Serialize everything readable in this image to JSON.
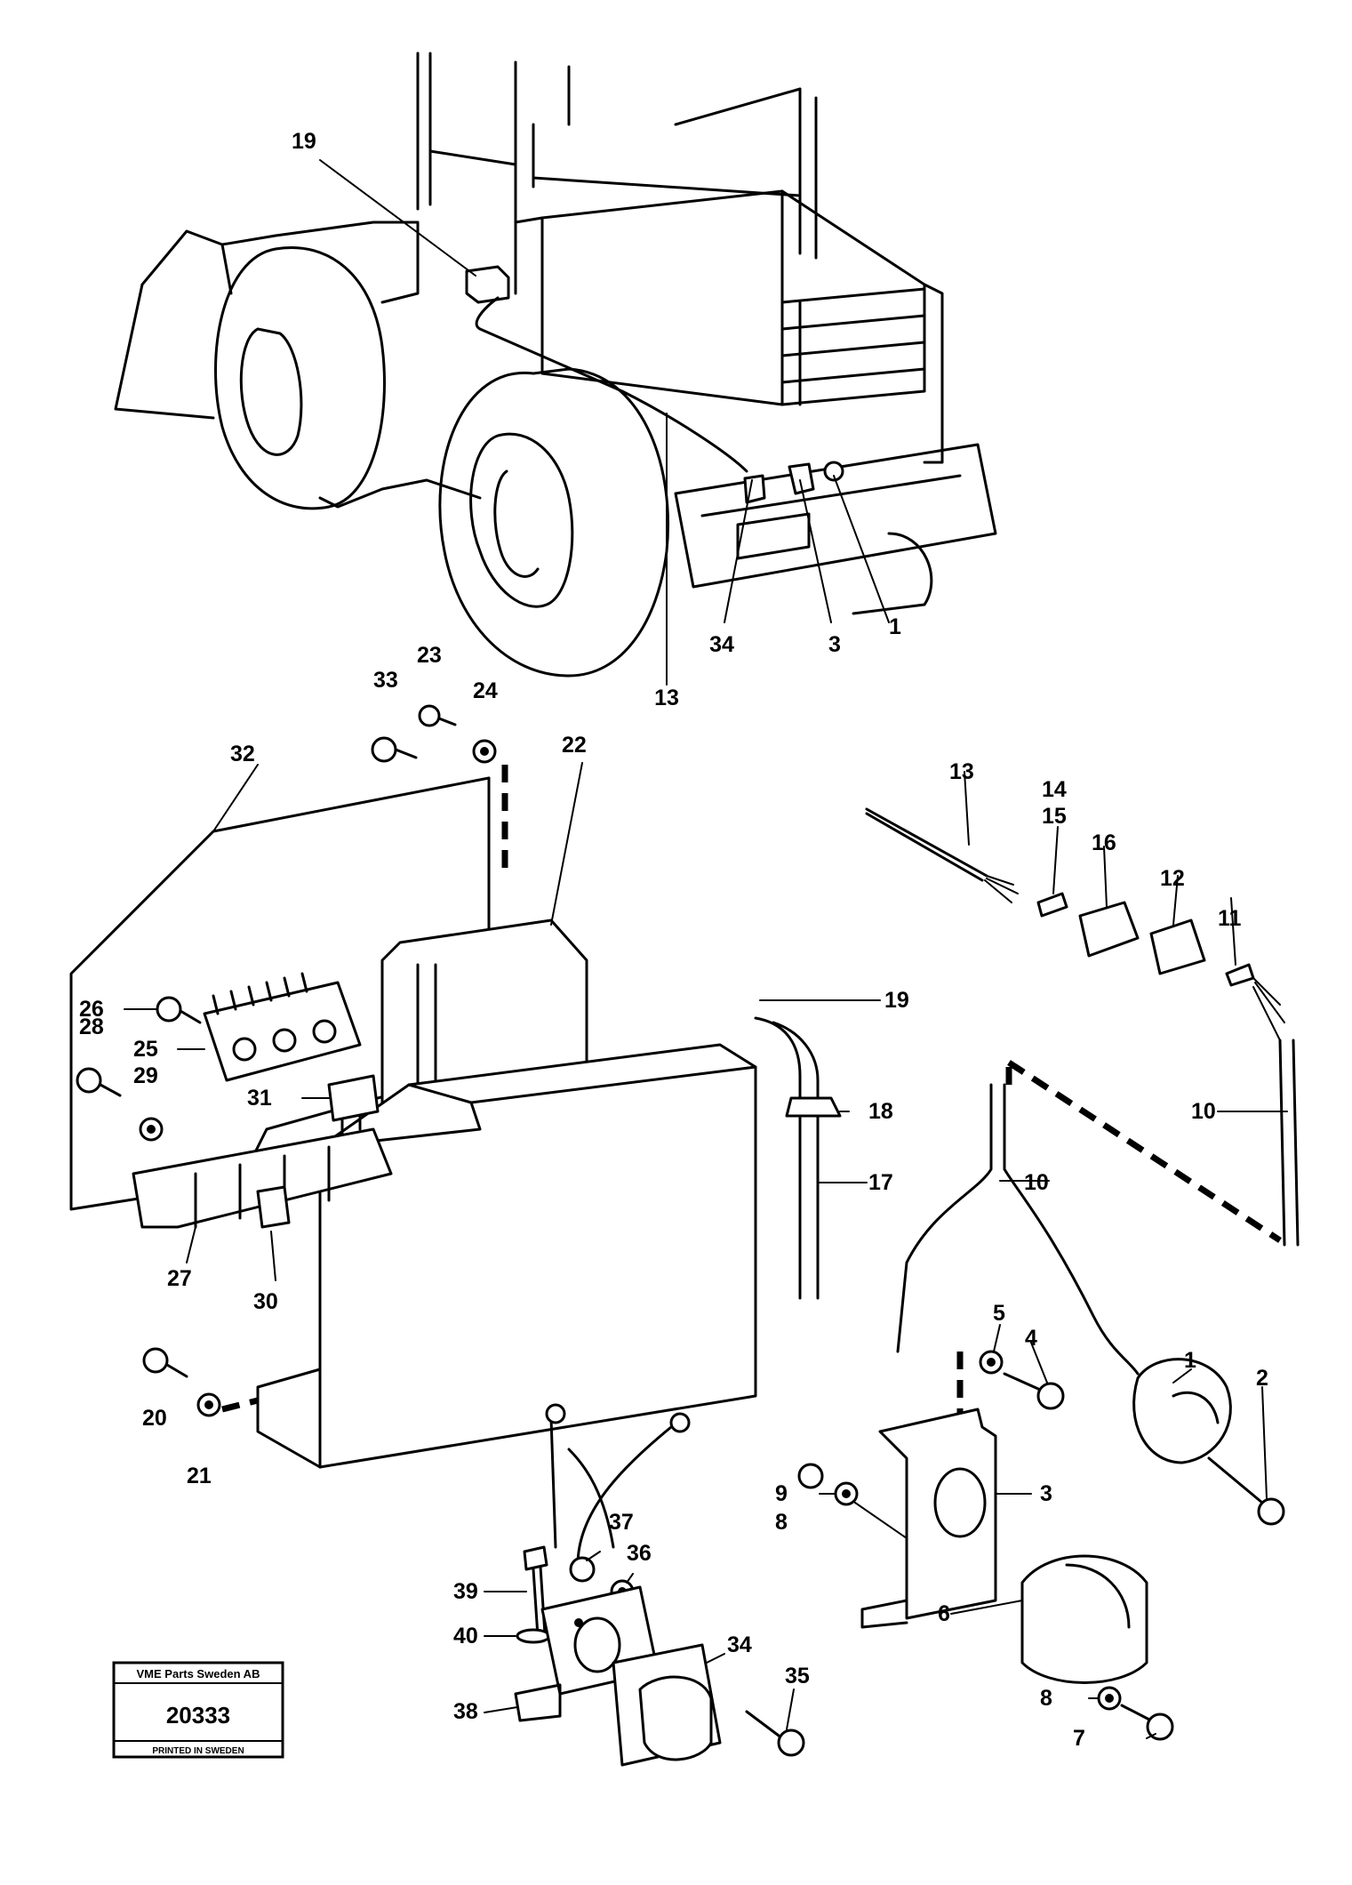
{
  "labels": [
    {
      "text": "19"
    },
    {
      "text": "34"
    },
    {
      "text": "3"
    },
    {
      "text": "1"
    },
    {
      "text": "13"
    },
    {
      "text": "33"
    },
    {
      "text": "23"
    },
    {
      "text": "24"
    },
    {
      "text": "22"
    },
    {
      "text": "32"
    },
    {
      "text": "26"
    },
    {
      "text": "25"
    },
    {
      "text": "31"
    },
    {
      "text": "28"
    },
    {
      "text": "29"
    },
    {
      "text": "27"
    },
    {
      "text": "30"
    },
    {
      "text": "19"
    },
    {
      "text": "18"
    },
    {
      "text": "17"
    },
    {
      "text": "13"
    },
    {
      "text": "14"
    },
    {
      "text": "15"
    },
    {
      "text": "16"
    },
    {
      "text": "12"
    },
    {
      "text": "11"
    },
    {
      "text": "10"
    },
    {
      "text": "10"
    },
    {
      "text": "5"
    },
    {
      "text": "4"
    },
    {
      "text": "1"
    },
    {
      "text": "2"
    },
    {
      "text": "9"
    },
    {
      "text": "8"
    },
    {
      "text": "3"
    },
    {
      "text": "6"
    },
    {
      "text": "8"
    },
    {
      "text": "7"
    },
    {
      "text": "20"
    },
    {
      "text": "21"
    },
    {
      "text": "37"
    },
    {
      "text": "36"
    },
    {
      "text": "39"
    },
    {
      "text": "40"
    },
    {
      "text": "34"
    },
    {
      "text": "35"
    },
    {
      "text": "38"
    }
  ],
  "stamp": {
    "company": "VME Parts Sweden AB",
    "number": "20333",
    "printed": "PRINTED IN SWEDEN"
  }
}
